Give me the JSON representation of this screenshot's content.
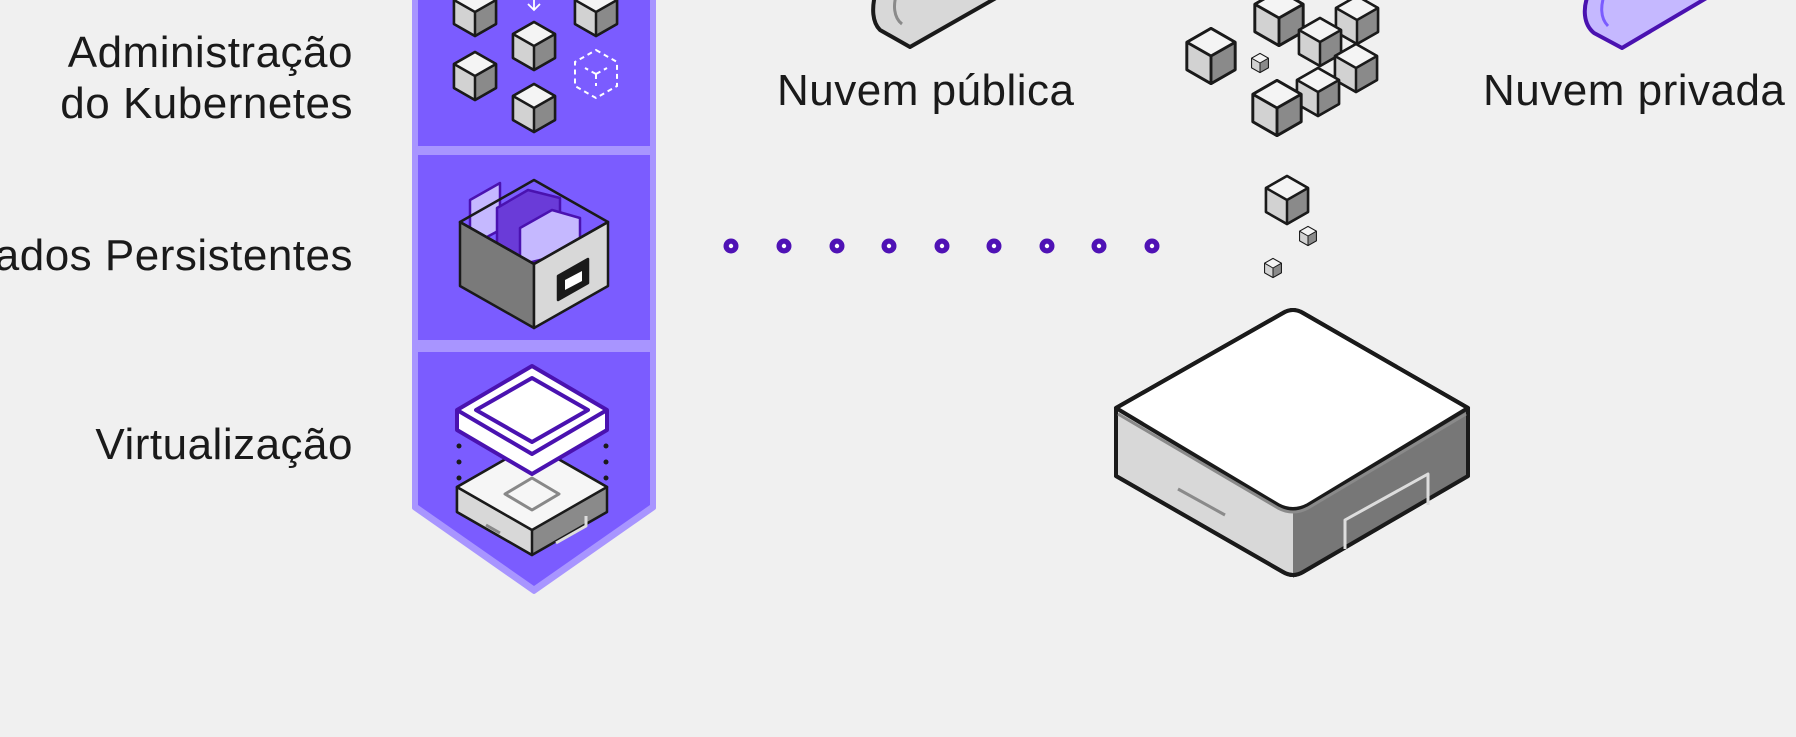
{
  "layers": [
    {
      "id": "kubernetes",
      "lines": [
        "Administração",
        "do Kubernetes"
      ]
    },
    {
      "id": "data",
      "lines": [
        "ados Persistentes"
      ]
    },
    {
      "id": "virtualization",
      "lines": [
        "Virtualização"
      ]
    }
  ],
  "clouds": {
    "public_label": "Nuvem pública",
    "private_label": "Nuvem privada"
  },
  "colors": {
    "accent": "#7b5cff",
    "accent_light": "#a895ff",
    "accent_dark": "#4a12b0",
    "dot": "#4f12b5",
    "cloud_private": "#c5b8ff",
    "outline": "#1a1a1a",
    "gray_light": "#d6d6d6",
    "gray_dark": "#777777"
  }
}
